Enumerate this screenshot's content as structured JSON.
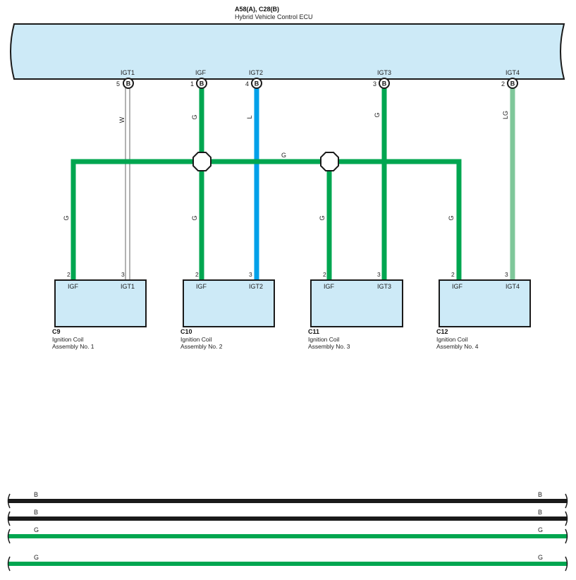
{
  "ecu": {
    "connectors": "A58(A), C28(B)",
    "name": "Hybrid Vehicle Control ECU",
    "fill": "#cdeaf7",
    "pins": [
      {
        "signal": "IGT1",
        "pin": "5",
        "conn": "B"
      },
      {
        "signal": "IGF",
        "pin": "1",
        "conn": "B"
      },
      {
        "signal": "IGT2",
        "pin": "4",
        "conn": "B"
      },
      {
        "signal": "IGT3",
        "pin": "3",
        "conn": "B"
      },
      {
        "signal": "IGT4",
        "pin": "2",
        "conn": "B"
      }
    ]
  },
  "wire_colors": {
    "W": "#ffffff",
    "G": "#00a650",
    "L": "#00a0e9",
    "LG": "#7fc79a",
    "B": "#1a1a1a"
  },
  "wire_labels": {
    "igt1": "W",
    "igf_top": "G",
    "igt2": "L",
    "igt3": "G",
    "igt4": "LG",
    "bus": "G",
    "c9_drop": "G",
    "c10_drop": "G",
    "c11_drop": "G",
    "c12_drop": "G"
  },
  "coils": [
    {
      "id": "C9",
      "title": "Ignition Coil",
      "subtitle": "Assembly No.  1",
      "left_signal": "IGF",
      "left_pin": "2",
      "right_signal": "IGT1",
      "right_pin": "3"
    },
    {
      "id": "C10",
      "title": "Ignition Coil",
      "subtitle": "Assembly No.  2",
      "left_signal": "IGF",
      "left_pin": "2",
      "right_signal": "IGT2",
      "right_pin": "3"
    },
    {
      "id": "C11",
      "title": "Ignition Coil",
      "subtitle": "Assembly No.  3",
      "left_signal": "IGF",
      "left_pin": "2",
      "right_signal": "IGT3",
      "right_pin": "3"
    },
    {
      "id": "C12",
      "title": "Ignition Coil",
      "subtitle": "Assembly No.  4",
      "left_signal": "IGF",
      "left_pin": "2",
      "right_signal": "IGT4",
      "right_pin": "3"
    }
  ],
  "bottom_wires": [
    {
      "color": "B",
      "left": "B",
      "right": "B"
    },
    {
      "color": "B",
      "left": "B",
      "right": "B"
    },
    {
      "color": "G",
      "left": "G",
      "right": "G"
    },
    {
      "color": "G",
      "left": "G",
      "right": "G"
    }
  ]
}
